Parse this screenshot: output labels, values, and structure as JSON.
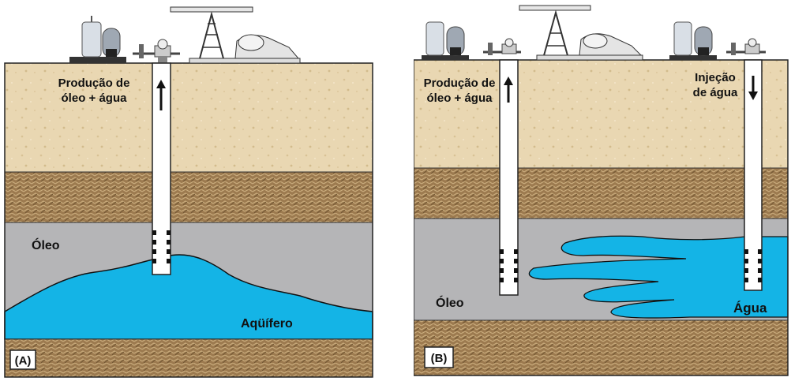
{
  "panel_a": {
    "tag": "(A)",
    "production_line1": "Produção de",
    "production_line2": "óleo + água",
    "oil": "Óleo",
    "aquifer": "Aqüífero"
  },
  "panel_b": {
    "tag": "(B)",
    "production_line1": "Produção de",
    "production_line2": "óleo + água",
    "injection_line1": "Injeção",
    "injection_line2": "de água",
    "oil": "Óleo",
    "water": "Água"
  },
  "colors": {
    "sand": "#e9d7b2",
    "rock": "#9c7a4f",
    "oil": "#b5b5b7",
    "water": "#14b4e6"
  }
}
